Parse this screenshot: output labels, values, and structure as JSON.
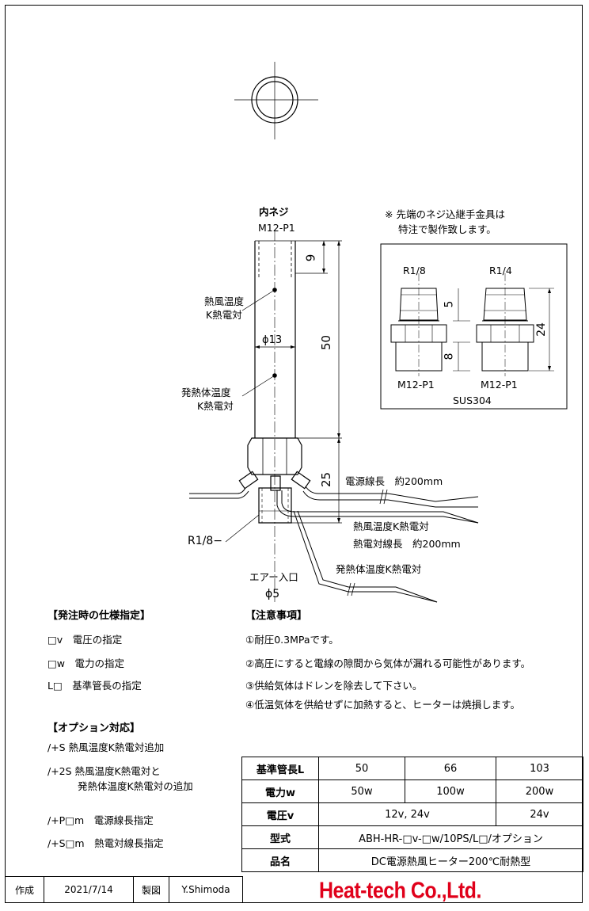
{
  "drawing": {
    "internal_thread_title": "内ネジ",
    "internal_thread_spec": "M12-P1",
    "hot_air_tc_line1": "熱風温度",
    "hot_air_tc_line2": "K熱電対",
    "heater_tc_line1": "発熱体温度",
    "heater_tc_line2": "K熱電対",
    "dia_pipe": "ϕ13",
    "dim_9": "9",
    "dim_50": "50",
    "dim_25": "25",
    "thread_r18": "R1/8−",
    "air_inlet": "エアー入口",
    "dia_inlet": "ϕ5",
    "power_wire_len": "電源線長　約200mm",
    "hot_air_tc_label": "熱風温度K熱電対",
    "tc_wire_len": "熱電対線長　約200mm",
    "heater_tc_label": "発熱体温度K熱電対",
    "note_line1": "※ 先端のネジ込継手金具は",
    "note_line2": "特注で製作致します。",
    "fitting_a_thread": "R1/8",
    "fitting_b_thread": "R1/4",
    "fitting_a_bottom": "M12-P1",
    "fitting_b_bottom": "M12-P1",
    "fitting_dim_5": "5",
    "fitting_dim_8": "8",
    "fitting_dim_24": "24",
    "fitting_material": "SUS304"
  },
  "order_spec": {
    "title": "【発注時の仕様指定】",
    "items": [
      "□v　電圧の指定",
      "□w　電力の指定",
      "L□　基準管長の指定"
    ]
  },
  "cautions": {
    "title": "【注意事項】",
    "items": [
      "①耐圧0.3MPaです。",
      "②高圧にすると電線の隙間から気体が漏れる可能性があります。",
      "③供給気体はドレンを除去して下さい。",
      "④低温気体を供給せずに加熱すると、ヒーターは焼損します。"
    ]
  },
  "options": {
    "title": "【オプション対応】",
    "item1": "/+S 熱風温度K熱電対追加",
    "item2_line1": "/+2S 熱風温度K熱電対と",
    "item2_line2": "発熱体温度K熱電対の追加",
    "item3": "/+P□m　電源線長指定",
    "item4": "/+S□m　熱電対線長指定"
  },
  "spec_table": {
    "length_label": "基準管長L",
    "lengths": [
      "50",
      "66",
      "103"
    ],
    "power_label": "電力w",
    "powers": [
      "50w",
      "100w",
      "200w"
    ],
    "voltage_label": "電圧v",
    "voltage_low": "12v, 24v",
    "voltage_high": "24v",
    "model_label": "型式",
    "model": "ABH-HR-□v-□w/10PS/L□/オプション",
    "product_label": "品名",
    "product": "DC電源熱風ヒーター200℃耐熱型"
  },
  "footer": {
    "created_label": "作成",
    "date": "2021/7/14",
    "drawn_label": "製図",
    "drafter": "Y.Shimoda",
    "company": "Heat-tech Co.,Ltd.",
    "brand_color": "#e0001a"
  }
}
